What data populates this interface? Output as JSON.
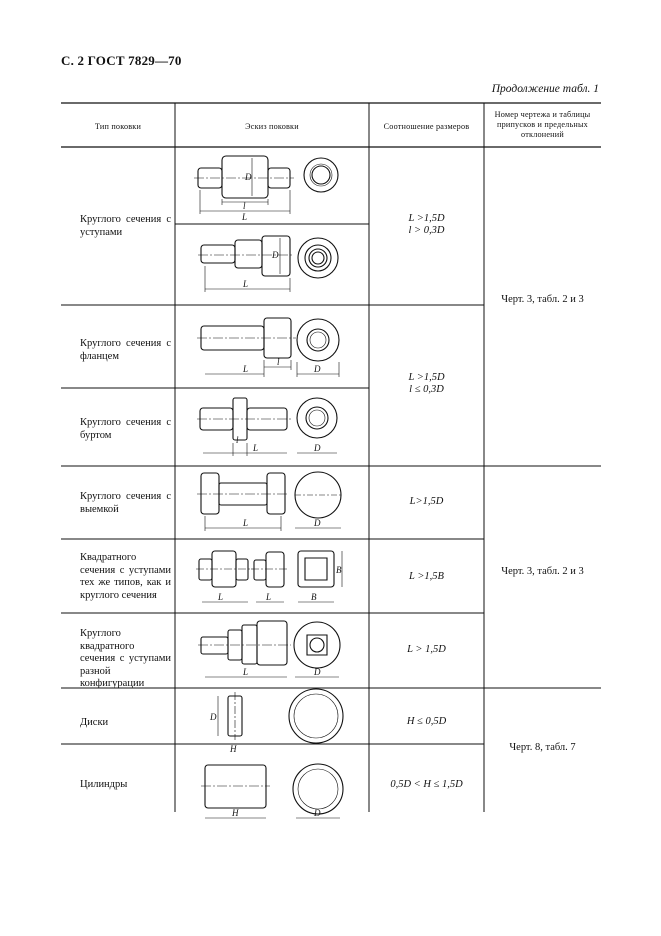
{
  "page": {
    "header": "С. 2 ГОСТ 7829—70",
    "continuation": "Продолжение табл. 1"
  },
  "table": {
    "columns": [
      "Тип поковки",
      "Эскиз поковки",
      "Соотношение размеров",
      "Номер чертежа и таблицы припусков и предельных отклонений"
    ],
    "rows": [
      {
        "type": "Круглого сечения с уступами"
      },
      {
        "type": "Круглого сечения с фланцем"
      },
      {
        "type": "Круглого сечения с буртом"
      },
      {
        "type": "Круглого сечения с выемкой"
      },
      {
        "type": "Квадратного сечения с уступами тех же типов, как и круглого сечения"
      },
      {
        "type": "Круглого квадратного сечения с уступами разной конфигурации"
      },
      {
        "type": "Диски"
      },
      {
        "type": "Цилиндры"
      }
    ],
    "relations": [
      [
        "L >1,5D",
        "l > 0,3D"
      ],
      [
        "L >1,5D",
        "l ≤ 0,3D"
      ],
      [
        "L>1,5D"
      ],
      [
        "L >1,5B"
      ],
      [
        "L > 1,5D"
      ],
      [
        "H ≤ 0,5D"
      ],
      [
        "0,5D < H ≤ 1,5D"
      ]
    ],
    "refs": [
      "Черт. 3, табл. 2 и 3",
      "Черт. 3, табл. 2 и 3",
      "Черт. 8, табл. 7"
    ]
  },
  "dim_labels": {
    "L": "L",
    "l": "l",
    "D": "D",
    "B": "B",
    "H": "H"
  }
}
